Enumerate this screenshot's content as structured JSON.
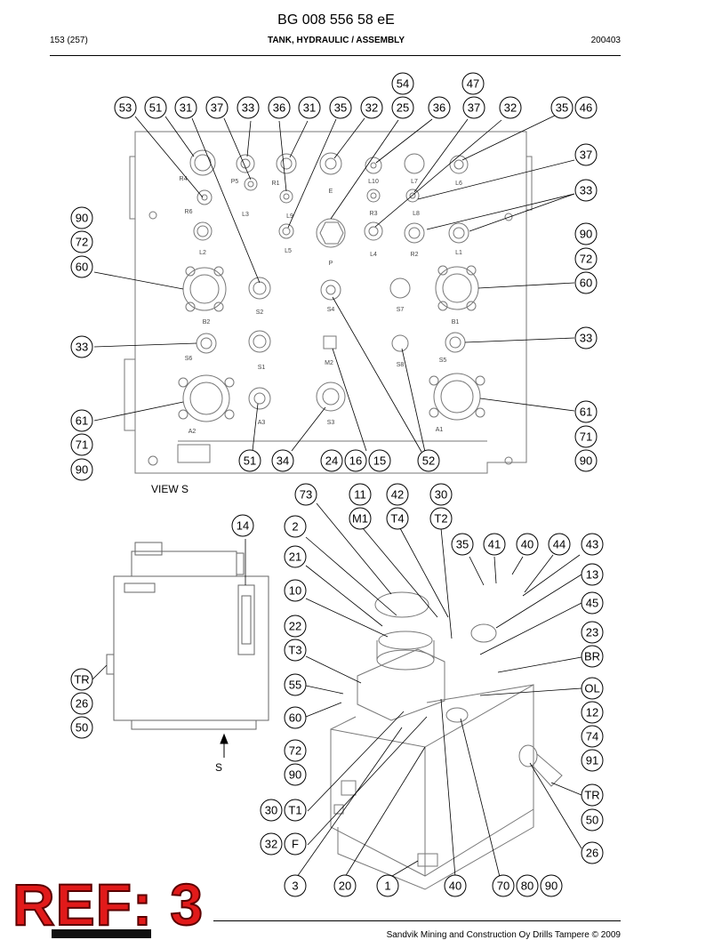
{
  "header": {
    "doc_number": "BG 008 556 58 eE",
    "page": "153 (257)",
    "section": "TANK, HYDRAULIC / ASSEMBLY",
    "date": "200403"
  },
  "view_label": "VIEW S",
  "arrow_label": "S",
  "ref_stamp": "REF: 3",
  "footer": {
    "text": "Sandvik Mining and Construction Oy Drills Tampere © 2009"
  },
  "port_tags": [
    "R4",
    "R6",
    "L2",
    "P5",
    "L3",
    "R1",
    "L9",
    "L5",
    "E",
    "P",
    "L10",
    "R3",
    "L4",
    "L7",
    "L8",
    "R2",
    "L6",
    "L1",
    "B2",
    "S2",
    "S4",
    "S7",
    "B1",
    "S6",
    "S1",
    "M2",
    "S8",
    "S5",
    "A2",
    "A3",
    "S3",
    "A1"
  ],
  "callouts": [
    "53",
    "51",
    "31",
    "37",
    "33",
    "36",
    "31",
    "35",
    "32",
    "25",
    "54",
    "36",
    "37",
    "47",
    "32",
    "35",
    "46",
    "37",
    "33",
    "90",
    "72",
    "60",
    "90",
    "72",
    "60",
    "33",
    "33",
    "61",
    "71",
    "90",
    "61",
    "71",
    "90",
    "51",
    "34",
    "24",
    "16",
    "15",
    "52",
    "73",
    "11",
    "42",
    "30",
    "M1",
    "T4",
    "T2",
    "14",
    "2",
    "35",
    "41",
    "40",
    "44",
    "43",
    "21",
    "13",
    "10",
    "45",
    "22",
    "23",
    "T3",
    "BR",
    "55",
    "OL",
    "TR",
    "26",
    "50",
    "60",
    "12",
    "72",
    "74",
    "91",
    "90",
    "TR",
    "30",
    "T1",
    "50",
    "32",
    "F",
    "26",
    "3",
    "20",
    "1",
    "40",
    "70",
    "80",
    "90"
  ]
}
